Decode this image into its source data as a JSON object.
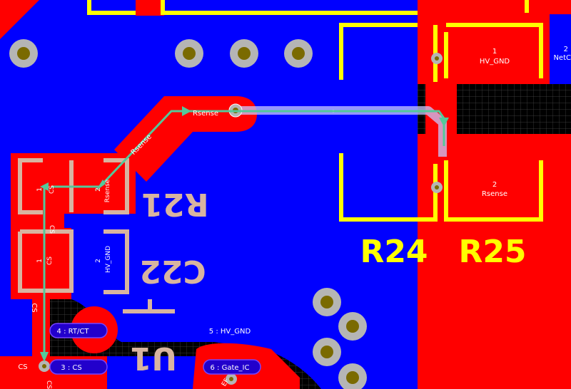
{
  "colors": {
    "copper_bottom": "#0000ff",
    "copper_top": "#ff0000",
    "silk_top": "#ffff00",
    "silk_bottom": "#d8b4a0",
    "route": "#54c99a",
    "pad": "#b5b5b5",
    "hole": "#7a6a00"
  },
  "designators": {
    "r21": "R21",
    "c22": "C22",
    "u1": "U1",
    "r24": "R24",
    "r25": "R25"
  },
  "pad_labels": {
    "r25_pad1_num": "1",
    "r25_pad1_net": "HV_GND",
    "r25_pad2_num": "2",
    "r25_pad2_net": "Rsense",
    "edge_num": "2",
    "edge_net": "NetC",
    "r21_pad1_num": "1",
    "r21_pad1_net": "CS",
    "r21_pad2_num": "2",
    "r21_pad2_net": "Rsense",
    "c22_pad1_num": "1",
    "c22_pad1_net": "CS",
    "c22_pad2_num": "2",
    "c22_pad2_net": "HV_GND",
    "u1_pin4": "4 : RT/CT",
    "u1_pin3": "3 : CS",
    "u1_pin5": "5 : HV_GND",
    "u1_pin6": "6 : Gate_IC"
  },
  "net_labels": {
    "rsense_top": "Rsense",
    "rsense_diag": "Rsense",
    "cs_left": "CS",
    "cs_bottom": "CS",
    "cs_vertical": "CS",
    "cs_edge": "CS",
    "clipped_bottom": "EF"
  }
}
